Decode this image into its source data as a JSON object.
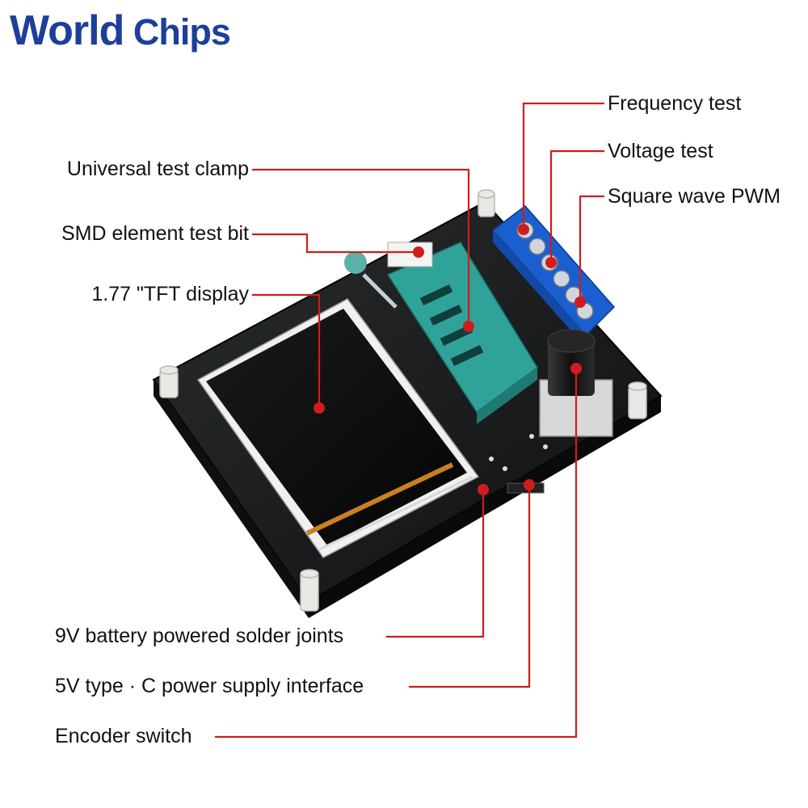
{
  "brand": {
    "logo_text_a": "World",
    "logo_text_b": " Chips",
    "watermark": "World Chips",
    "brand_color": "#1d3f9a"
  },
  "colors": {
    "leader_line": "#d01c1c",
    "pcb": "#17191a",
    "terminal": "#1a5fd0",
    "socket": "#2fa39a",
    "screen": "#0c0c0c"
  },
  "labels": {
    "frequency_test": "Frequency test",
    "voltage_test": "Voltage test",
    "square_wave_pwm": "Square wave PWM",
    "universal_test_clamp": "Universal test clamp",
    "smd_element_test_bit": "SMD element test bit",
    "tft_display": "1.77 \"TFT display",
    "battery_solder_joints": "9V battery powered solder joints",
    "type_c_power": "5V type · C power supply interface",
    "encoder_switch": "Encoder switch"
  }
}
